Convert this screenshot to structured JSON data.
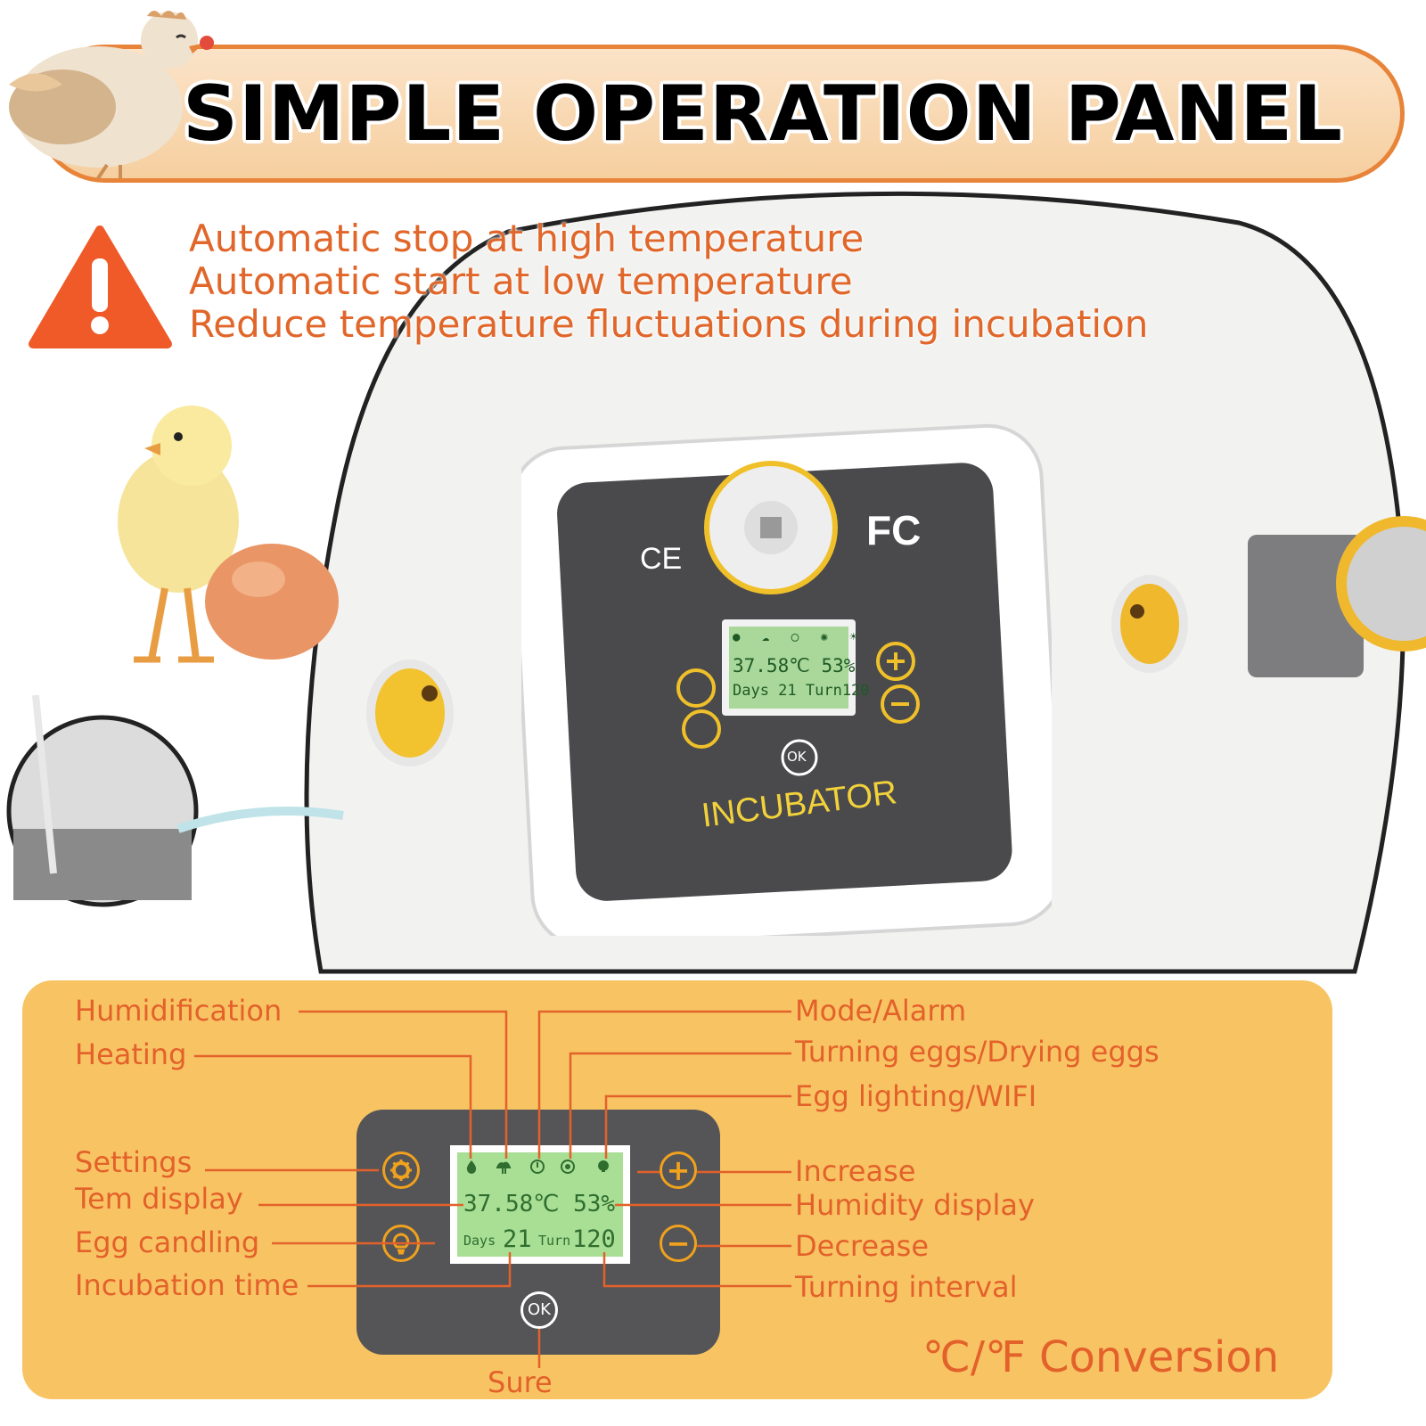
{
  "banner": {
    "title": "SIMPLE OPERATION PANEL"
  },
  "warning": {
    "lines": [
      "Automatic stop at high temperature",
      "Automatic start at low temperature",
      "Reduce temperature fluctuations during incubation"
    ]
  },
  "device": {
    "brand": "INCUBATOR",
    "cert_ce": "CE",
    "cert_fc": "FC",
    "lcd_temp": "37.58℃ 53%",
    "lcd_days": "Days 21 Turn120",
    "ok_label": "OK"
  },
  "panel": {
    "lcd": {
      "temperature": "37.58℃ 53%",
      "days_label": "Days",
      "days_value": "21",
      "turn_label": "Turn",
      "turn_value": "120"
    },
    "ok_label": "OK",
    "plus_symbol": "+",
    "minus_symbol": "−"
  },
  "labels": {
    "humidification": "Humidification",
    "heating": "Heating",
    "settings": "Settings",
    "tem_display": "Tem display",
    "egg_candling": "Egg candling",
    "incubation_time": "Incubation time",
    "mode_alarm": "Mode/Alarm",
    "turning_eggs": "Turning eggs/Drying eggs",
    "egg_lighting": "Egg lighting/WIFI",
    "increase": "Increase",
    "humidity_display": "Humidity display",
    "decrease": "Decrease",
    "turning_interval": "Turning interval",
    "sure": "Sure",
    "conversion": "℃/℉ Conversion"
  },
  "colors": {
    "accent_orange": "#e3612a",
    "banner_border": "#e8843a",
    "legend_bg": "#f8c463",
    "button_yellow": "#f0a11d",
    "lcd_green": "#a9de95"
  },
  "icons": [
    "hen-icon",
    "warning-icon",
    "chick-icon",
    "egg-icon",
    "settings-gear-icon",
    "bulb-icon",
    "plus-icon",
    "minus-icon",
    "ok-icon",
    "humidify-icon",
    "heat-icon",
    "mode-icon",
    "turn-icon",
    "light-icon"
  ]
}
